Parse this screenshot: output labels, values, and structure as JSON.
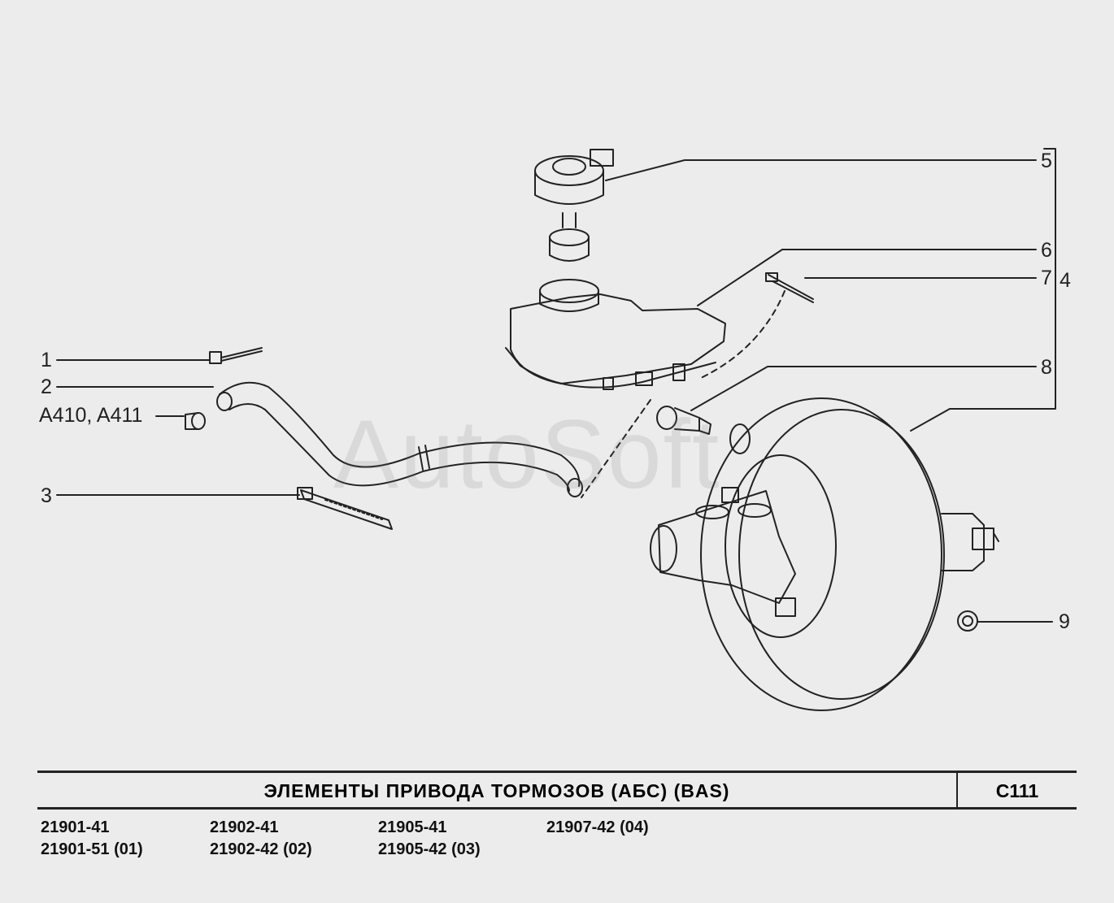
{
  "watermark": "AutoSoft",
  "callouts": {
    "c1": "1",
    "c2": "2",
    "c_a410": "A410, A411",
    "c3": "3",
    "c5": "5",
    "c6": "6",
    "c7": "7",
    "c4": "4",
    "c8": "8",
    "c9": "9"
  },
  "title": "ЭЛЕМЕНТЫ  ПРИВОДА  ТОРМОЗОВ  (АБС)  (BAS)",
  "code": "C111",
  "models": {
    "row1": [
      "21901-41",
      "21902-41",
      "21905-41",
      "21907-42 (04)"
    ],
    "row2": [
      "21901-51 (01)",
      "21902-42 (02)",
      "21905-42 (03)"
    ]
  }
}
